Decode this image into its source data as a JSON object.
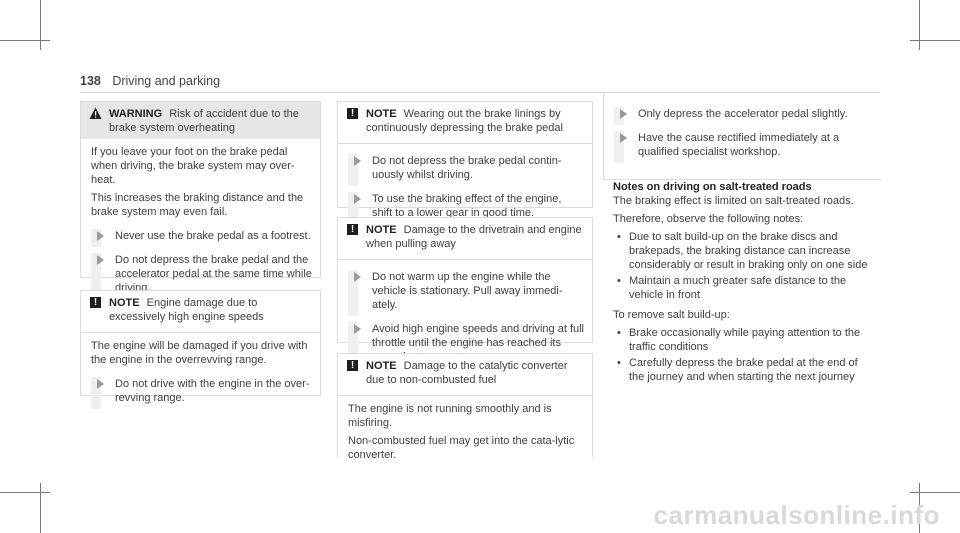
{
  "header": {
    "page_number": "138",
    "section": "Driving and parking"
  },
  "warning_box": {
    "title": "WARNING",
    "subtitle": "Risk of accident due to the brake system overheating",
    "para1": "If you leave your foot on the brake pedal when driving, the brake system may over-heat.",
    "para2": "This increases the braking distance and the brake system may even fail.",
    "steps": [
      "Never use the brake pedal as a footrest.",
      "Do not depress the brake pedal and the accelerator pedal at the same time while driving."
    ]
  },
  "note_engine": {
    "title": "NOTE",
    "subtitle": "Engine damage due to excessively high engine speeds",
    "para": "The engine will be damaged if you drive with the engine in the overrevving range.",
    "steps": [
      "Do not drive with the engine in the over-revving range."
    ]
  },
  "note_linings": {
    "title": "NOTE",
    "subtitle": "Wearing out the brake linings by continuously depressing the brake pedal",
    "steps": [
      "Do not depress the brake pedal contin-uously whilst driving.",
      "To use the braking effect of the engine, shift to a lower gear in good time."
    ]
  },
  "note_drivetrain": {
    "title": "NOTE",
    "subtitle": "Damage to the drivetrain and engine when pulling away",
    "steps": [
      "Do not warm up the engine while the vehicle is stationary. Pull away immedi-ately.",
      "Avoid high engine speeds and driving at full throttle until the engine has reached its operating temperature."
    ]
  },
  "note_converter": {
    "title": "NOTE",
    "subtitle": "Damage to the catalytic converter due to non-combusted fuel",
    "para1": "The engine is not running smoothly and is misfiring.",
    "para2": "Non-combusted fuel may get into the cata-lytic converter."
  },
  "col3_steps": [
    "Only depress the accelerator pedal slightly.",
    "Have the cause rectified immediately at a qualified specialist workshop."
  ],
  "salt": {
    "heading": "Notes on driving on salt-treated roads",
    "intro": "The braking effect is limited on salt-treated roads.",
    "observe": "Therefore, observe the following notes:",
    "bullets1": [
      "Due to salt build-up on the brake discs and brakepads, the braking distance can increase considerably or result in braking only on one side",
      "Maintain a much greater safe distance to the vehicle in front"
    ],
    "remove": "To remove salt build-up:",
    "bullets2": [
      "Brake occasionally while paying attention to the traffic conditions",
      "Carefully depress the brake pedal at the end of the journey and when starting the next journey"
    ]
  },
  "watermark": "carmanualsonline.info"
}
